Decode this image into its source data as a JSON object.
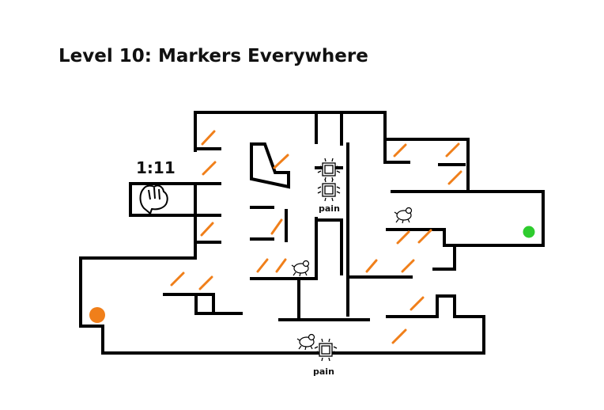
{
  "level": {
    "title": "Level 10: Markers Everywhere"
  },
  "hud": {
    "timer": "1:11"
  },
  "labels": {
    "pain_top": "pain",
    "pain_bottom": "pain"
  },
  "colors": {
    "wall": "#000000",
    "marker": "#f07f1a",
    "player": "#f07f1a",
    "goal": "#2ecc2e",
    "background": "#ffffff"
  },
  "icons": {
    "player": "orange-dot-player-icon",
    "goal": "green-dot-goal-icon",
    "glove": "glove-hand-icon",
    "pain": "spiky-pain-icon",
    "critter": "bug-critter-icon"
  }
}
